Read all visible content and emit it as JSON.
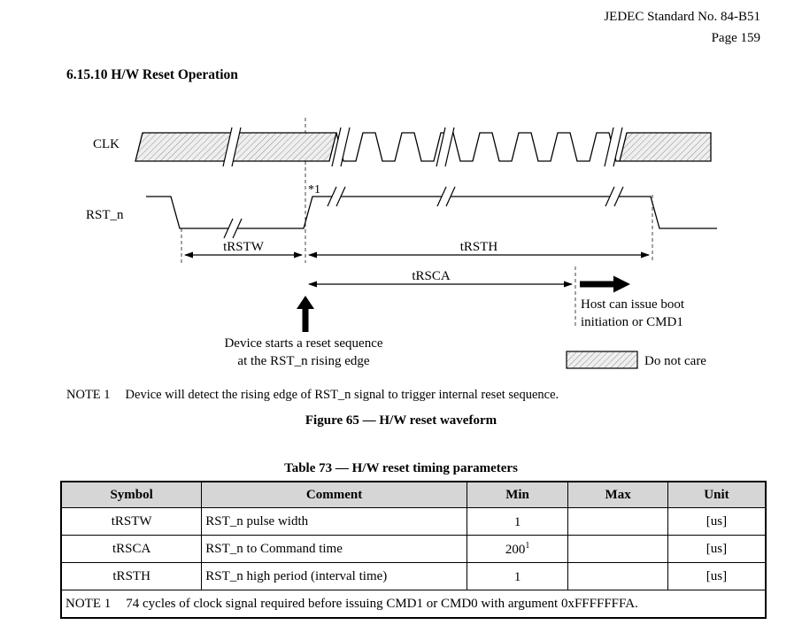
{
  "page_header": {
    "standard": "JEDEC Standard No. 84-B51",
    "page": "Page 159"
  },
  "section_heading": "6.15.10 H/W Reset Operation",
  "waveform": {
    "clk_label": "CLK",
    "rst_label": "RST_n",
    "edge_marker": "*1",
    "trstw_label": "tRSTW",
    "trsth_label": "tRSTH",
    "trsca_label": "tRSCA",
    "host_note_line1": "Host can issue boot",
    "host_note_line2": "initiation or CMD1",
    "device_note_line1": "Device starts a reset sequence",
    "device_note_line2": "at the RST_n rising edge",
    "legend_label": "Do not care"
  },
  "note1": {
    "label": "NOTE 1",
    "text": "Device will detect the rising edge of RST_n signal to trigger internal reset sequence."
  },
  "figure_caption": "Figure 65 — H/W reset waveform",
  "table": {
    "caption": "Table 73 — H/W reset timing parameters",
    "headers": [
      "Symbol",
      "Comment",
      "Min",
      "Max",
      "Unit"
    ],
    "rows": [
      {
        "symbol": "tRSTW",
        "comment": "RST_n pulse width",
        "min": "1",
        "min_sup": "",
        "max": "",
        "unit": "[us]"
      },
      {
        "symbol": "tRSCA",
        "comment": "RST_n to Command time",
        "min": "200",
        "min_sup": "1",
        "max": "",
        "unit": "[us]"
      },
      {
        "symbol": "tRSTH",
        "comment": "RST_n high period (interval time)",
        "min": "1",
        "min_sup": "",
        "max": "",
        "unit": "[us]"
      }
    ],
    "note": {
      "label": "NOTE 1",
      "text": "74 cycles of clock signal required before issuing CMD1 or CMD0 with argument 0xFFFFFFFA."
    }
  }
}
